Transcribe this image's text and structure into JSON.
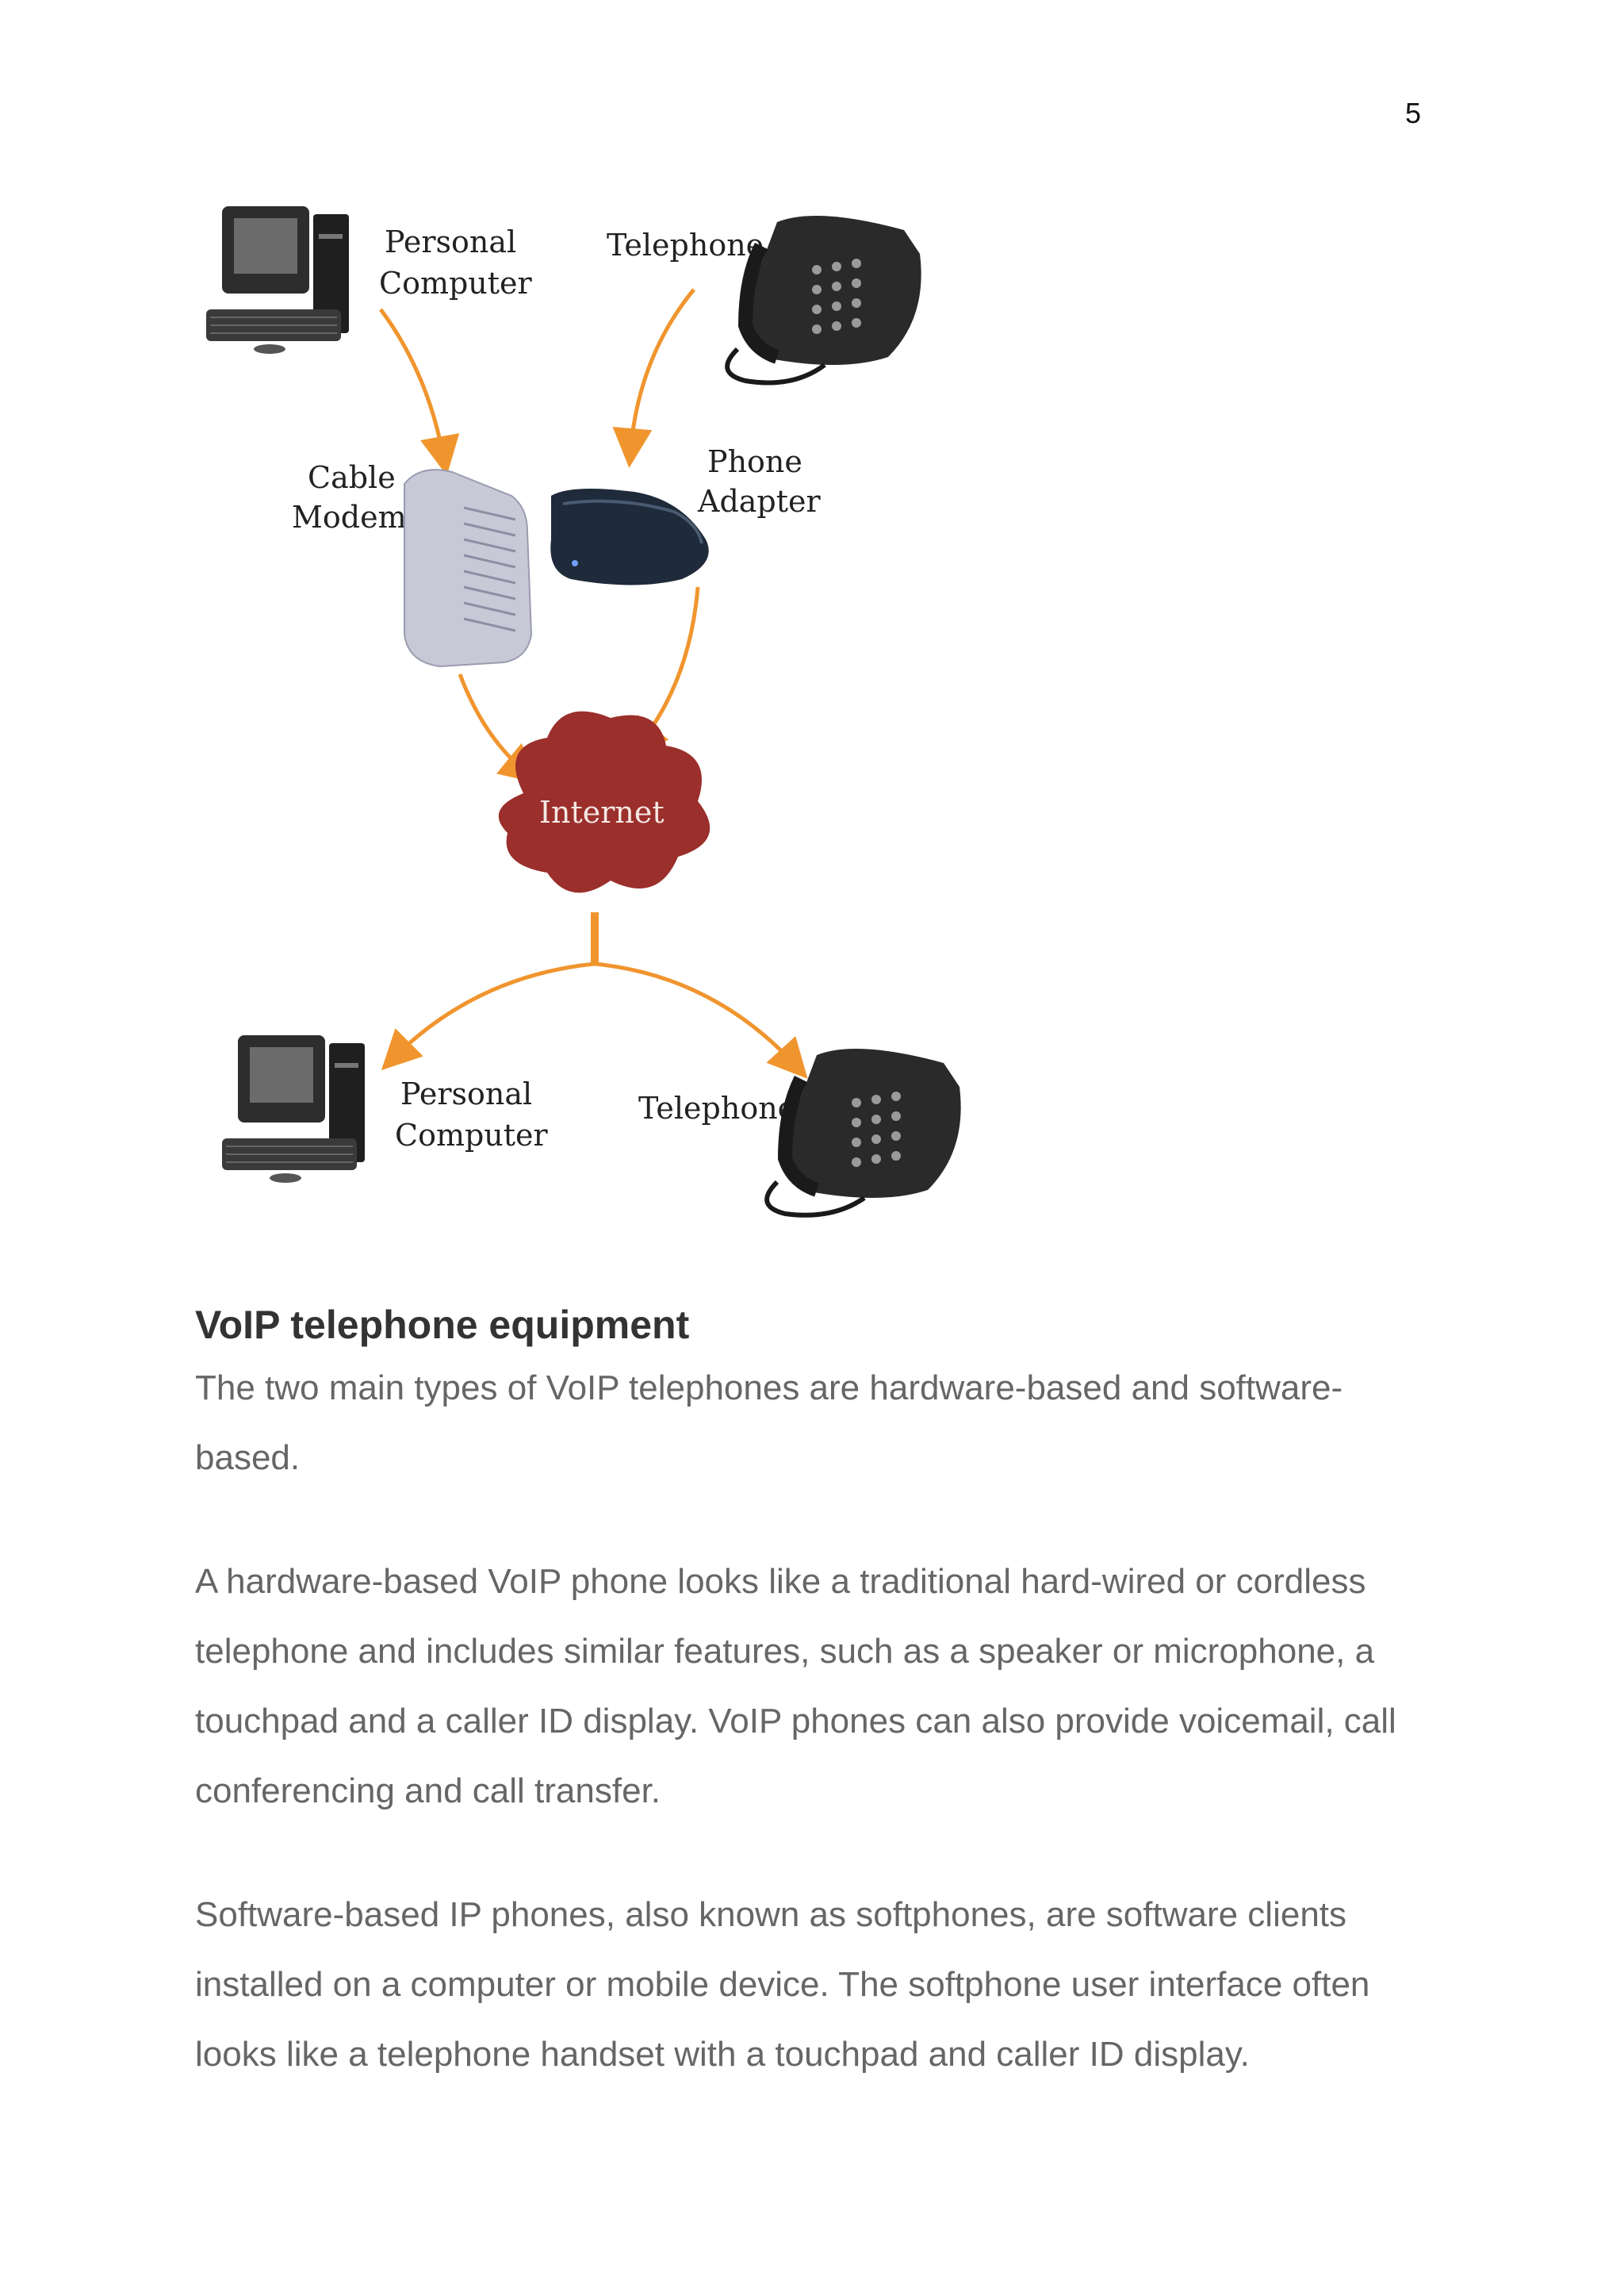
{
  "page": {
    "number": "5"
  },
  "diagram": {
    "top_pc_label": [
      "Personal",
      "Computer"
    ],
    "top_phone_label": "Telephone",
    "cable_modem_label": [
      "Cable",
      "Modem"
    ],
    "phone_adapter_label": [
      "Phone",
      "Adapter"
    ],
    "cloud_label": "Internet",
    "bottom_pc_label": [
      "Personal",
      "Computer"
    ],
    "bottom_phone_label": "Telephone",
    "colors": {
      "arrow": "#f0952e",
      "cloud": "#9b2f2c"
    }
  },
  "article": {
    "heading": "VoIP telephone equipment",
    "paragraphs": [
      "The two main types of VoIP telephones are hardware-based and software-based.",
      "A hardware-based VoIP phone looks like a traditional hard-wired or cordless telephone and includes similar features, such as a speaker or microphone, a touchpad and a caller ID display. VoIP phones can also provide voicemail, call conferencing and call transfer.",
      "Software-based IP phones, also known as softphones, are software clients installed on a computer or mobile device. The softphone user interface often looks like a telephone handset with a touchpad and caller ID display."
    ]
  }
}
